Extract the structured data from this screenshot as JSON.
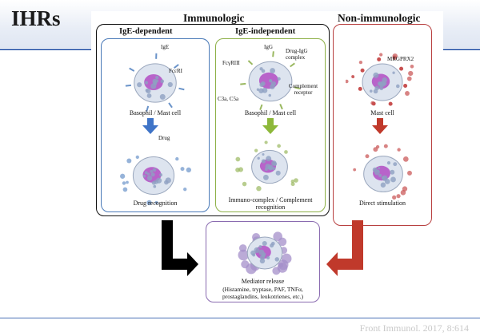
{
  "slide": {
    "title": "IHRs",
    "source": "Front Immunol. 2017, 8:614"
  },
  "sections": {
    "immunologic": "Immunologic",
    "non_immunologic": "Non-immunologic"
  },
  "panels": {
    "ige_dependent": {
      "title": "IgE-dependent",
      "labels": {
        "ige": "IgE",
        "receptor": "FcεRI"
      },
      "cell_label": "Basophil / Mast cell",
      "drug_label": "Drug",
      "bottom_label": "Drug recognition"
    },
    "ige_independent": {
      "title": "IgE-independent",
      "labels": {
        "receptor": "FcγRIII",
        "igg": "IgG",
        "complex": "Drug-IgG complex",
        "c3a": "C3a, C5a",
        "complement_receptor": "Complement receptor"
      },
      "cell_label": "Basophil / Mast cell",
      "bottom_label_1": "Immuno-complex / Complement",
      "bottom_label_2": "recognition"
    },
    "non_immunologic": {
      "labels": {
        "receptor": "MRGPRX2"
      },
      "cell_label": "Mast cell",
      "bottom_label": "Direct stimulation"
    }
  },
  "mediator": {
    "title": "Mediator release",
    "line1": "(Histamine, tryptase, PAF, TNFα,",
    "line2": "prostaglandins, leukotrienes, etc.)"
  },
  "colors": {
    "immunologic_frame": "#111111",
    "ige_dependent_frame": "#4a7ab8",
    "ige_independent_frame": "#8db046",
    "non_immunologic_frame": "#b84040",
    "mediator_frame": "#8a6bb0",
    "blue_arrow": "#3f74c7",
    "green_arrow": "#8db83a",
    "red_arrow": "#c0392b",
    "black_arrow": "#000000",
    "accent_rule": "#4a6fb5"
  },
  "icons": [
    "cell-icon",
    "down-arrow-icon",
    "elbow-arrow-icon",
    "antibody-icon",
    "granule-icon"
  ]
}
